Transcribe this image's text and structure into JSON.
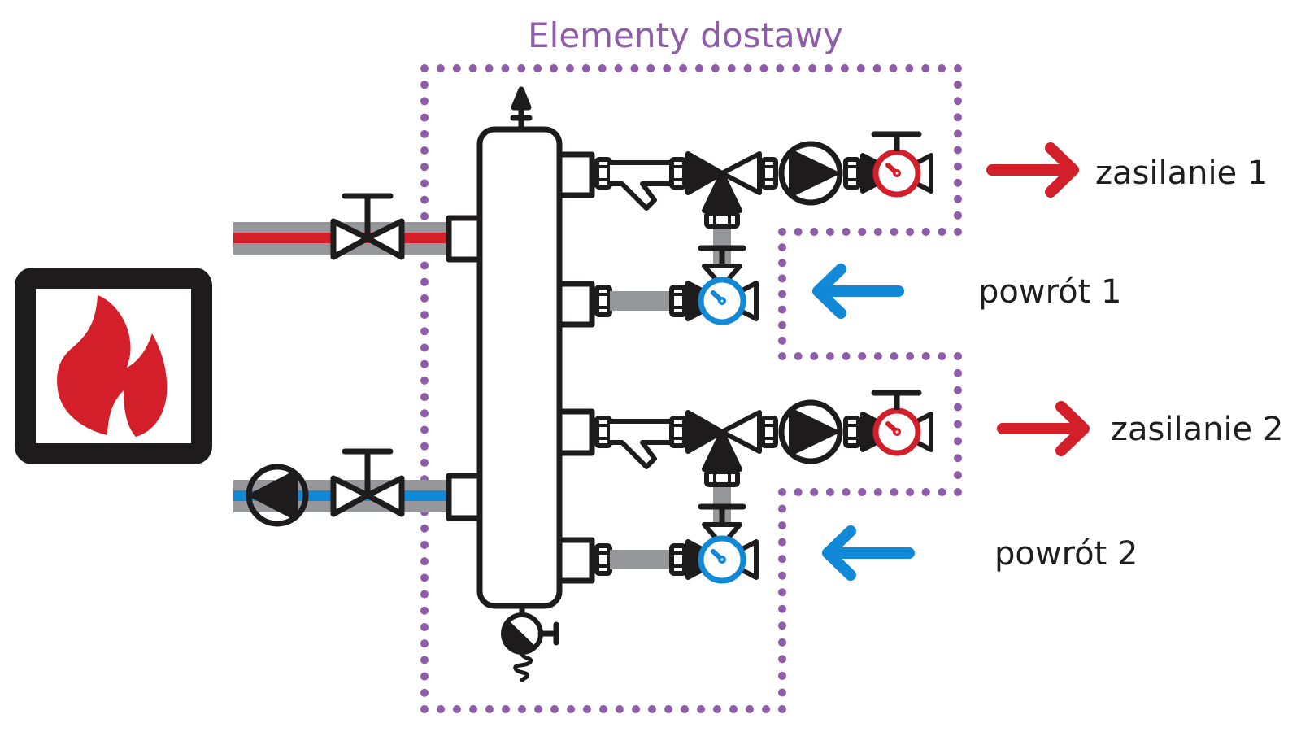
{
  "title": "Elementy dostawy",
  "labels": {
    "supply_1": "zasilanie 1",
    "return_1": "powrót 1",
    "supply_2": "zasilanie 2",
    "return_2": "powrót 2"
  },
  "components": {
    "heat_source": "boiler-flame-icon",
    "hydraulic_separator": "separator-vessel",
    "air_vent": "air-vent-icon",
    "drain_valve": "drain-valve-icon",
    "boiler_supply": [
      "shutoff-valve"
    ],
    "boiler_return": [
      "circulation-pump",
      "shutoff-valve"
    ],
    "circuits": [
      {
        "name": "circuit-1",
        "supply": [
          "strainer",
          "three-way-mixing-valve",
          "circulation-pump",
          "ball-valve-thermometer"
        ],
        "return": [
          "ball-valve-thermometer"
        ]
      },
      {
        "name": "circuit-2",
        "supply": [
          "strainer",
          "three-way-mixing-valve",
          "circulation-pump",
          "ball-valve-thermometer"
        ],
        "return": [
          "ball-valve-thermometer"
        ]
      }
    ]
  },
  "colors": {
    "title_purple": "#8e5ca8",
    "dotted_border": "#8e5ca8",
    "hot_red": "#d21f2a",
    "cold_blue": "#1189d6",
    "pipe_gray": "#96979b",
    "outline_black": "#1e1b1c"
  }
}
